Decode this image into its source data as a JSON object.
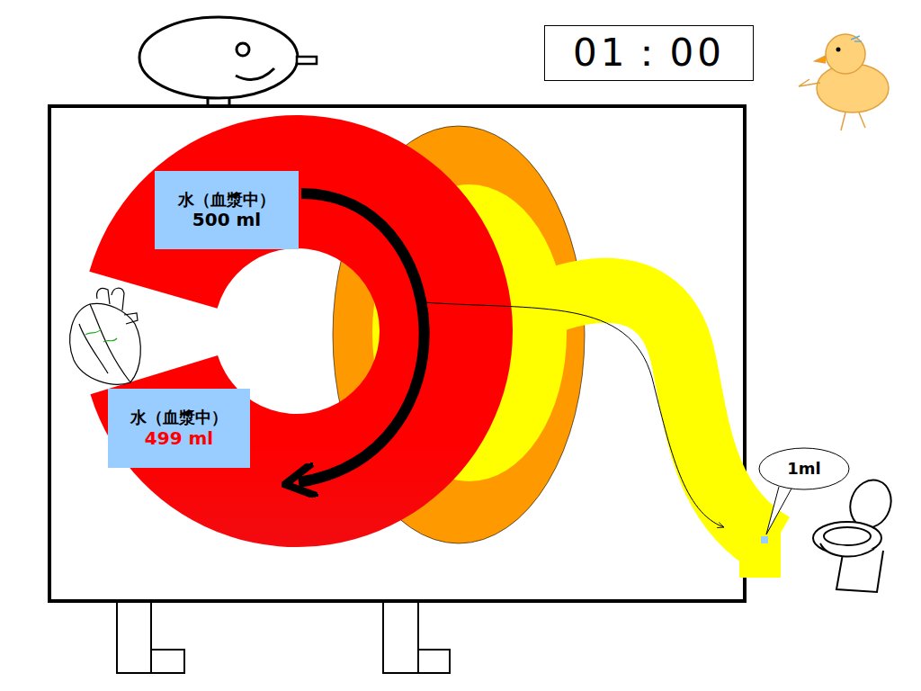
{
  "diagram": {
    "nodes": [
      {
        "text": [
          "水（血漿中）",
          "500 ml"
        ]
      },
      {
        "text": [
          "水（血漿中）",
          "499 ml"
        ]
      },
      {
        "text": [
          "1ml"
        ]
      },
      {
        "text": [
          "01：00"
        ]
      }
    ]
  }
}
